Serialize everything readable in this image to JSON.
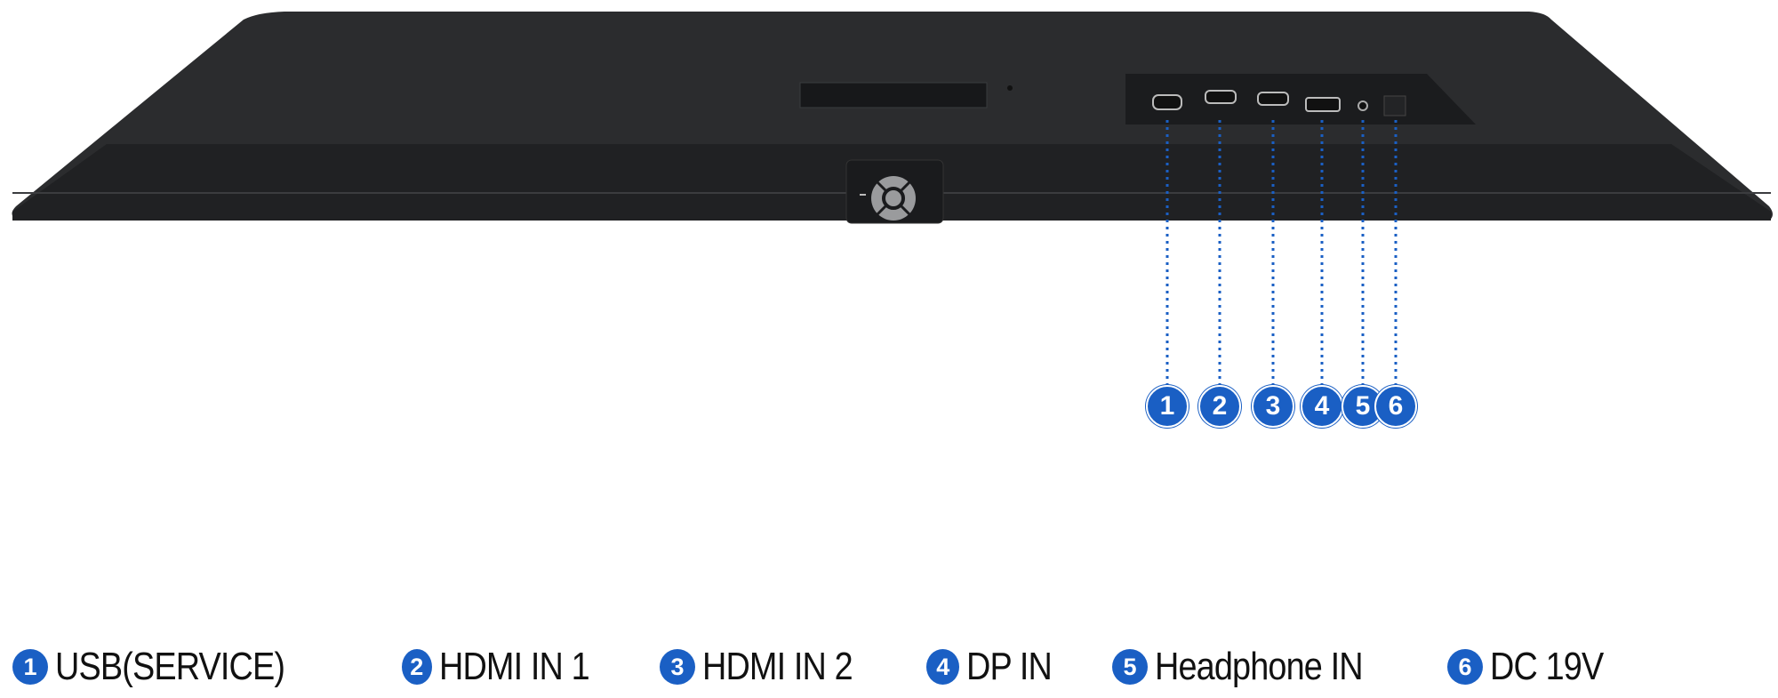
{
  "ports": [
    {
      "number": "1",
      "label": "USB(SERVICE)"
    },
    {
      "number": "2",
      "label": "HDMI IN 1"
    },
    {
      "number": "3",
      "label": "HDMI IN 2"
    },
    {
      "number": "4",
      "label": "DP IN"
    },
    {
      "number": "5",
      "label": "Headphone IN"
    },
    {
      "number": "6",
      "label": "DC 19V"
    }
  ],
  "colors": {
    "accent": "#1a5fc4",
    "body": "#2b2c2e"
  }
}
